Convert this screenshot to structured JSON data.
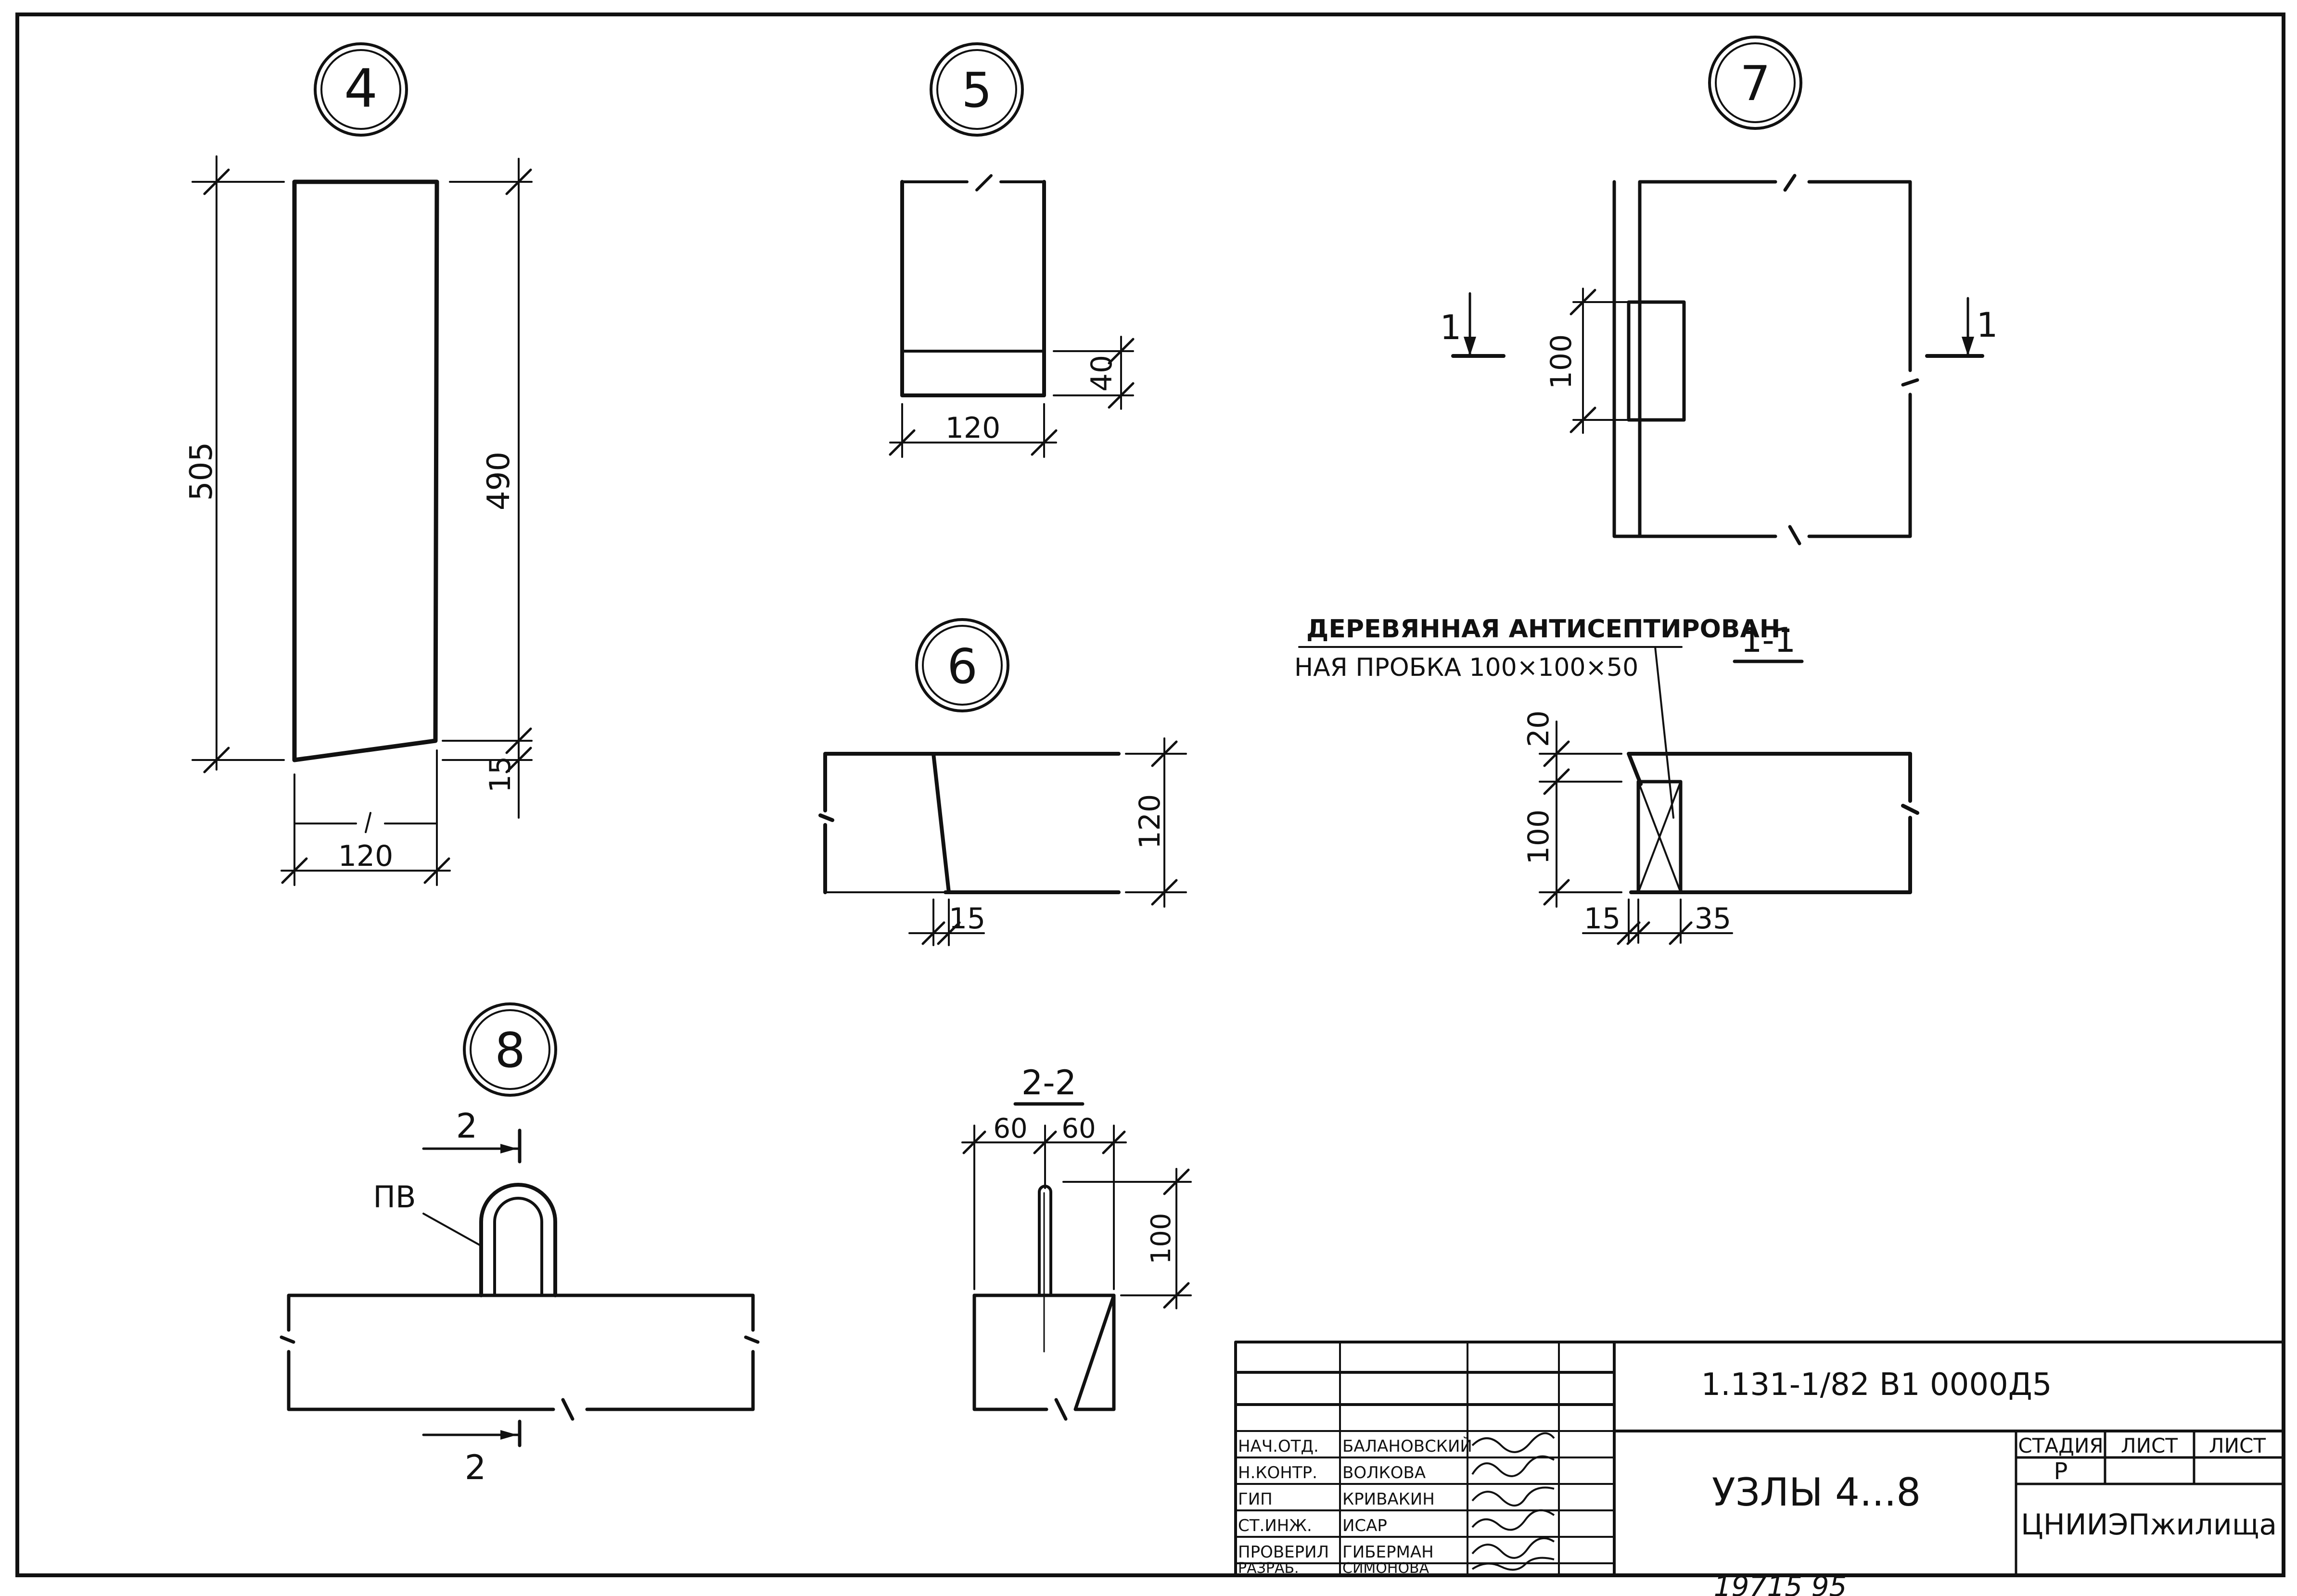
{
  "details": {
    "d4": {
      "number": "4",
      "dim_left": "505",
      "dim_right": "490",
      "dim_bottom": "15",
      "dim_width": "120"
    },
    "d5": {
      "number": "5",
      "dim_height": "40",
      "dim_width": "120"
    },
    "d6": {
      "number": "6",
      "dim_height": "120",
      "dim_offset": "15"
    },
    "d7": {
      "number": "7",
      "dim_height": "100",
      "section_mark": "1"
    },
    "d8": {
      "number": "8",
      "section_mark": "2",
      "loop_label": "ПВ"
    }
  },
  "section_1_1": {
    "title": "1-1",
    "note_line1": "ДЕРЕВЯННАЯ АНТИСЕПТИРОВАН-",
    "note_line2": "НАЯ ПРОБКА 100×100×50",
    "dim_top": "20",
    "dim_height": "100",
    "dim_left": "15",
    "dim_right": "35"
  },
  "section_2_2": {
    "title": "2-2",
    "dim_left": "60",
    "dim_right": "60",
    "dim_height": "100"
  },
  "title_block": {
    "designation": "1.131-1/82 В1 0000Д5",
    "sheet_title": "УЗЛЫ 4...8",
    "stage_header": "СТАДИЯ",
    "stage_value": "Р",
    "sheet_header": "ЛИСТ",
    "sheets_header": "ЛИСТ",
    "organization": "ЦНИИЭПжилища",
    "roles": [
      {
        "role": "НАЧ.ОТД.",
        "name": "БАЛАНОВСКИЙ"
      },
      {
        "role": "Н.КОНТР.",
        "name": "ВОЛКОВА"
      },
      {
        "role": "ГИП",
        "name": "КРИВАКИН"
      },
      {
        "role": "СТ.ИНЖ.",
        "name": "ИСАР"
      },
      {
        "role": "ПРОВЕРИЛ",
        "name": "ГИБЕРМАН"
      },
      {
        "role": "РАЗРАБ.",
        "name": "СИМОНОВА"
      }
    ]
  },
  "footer": {
    "stamp": "19715  95"
  }
}
